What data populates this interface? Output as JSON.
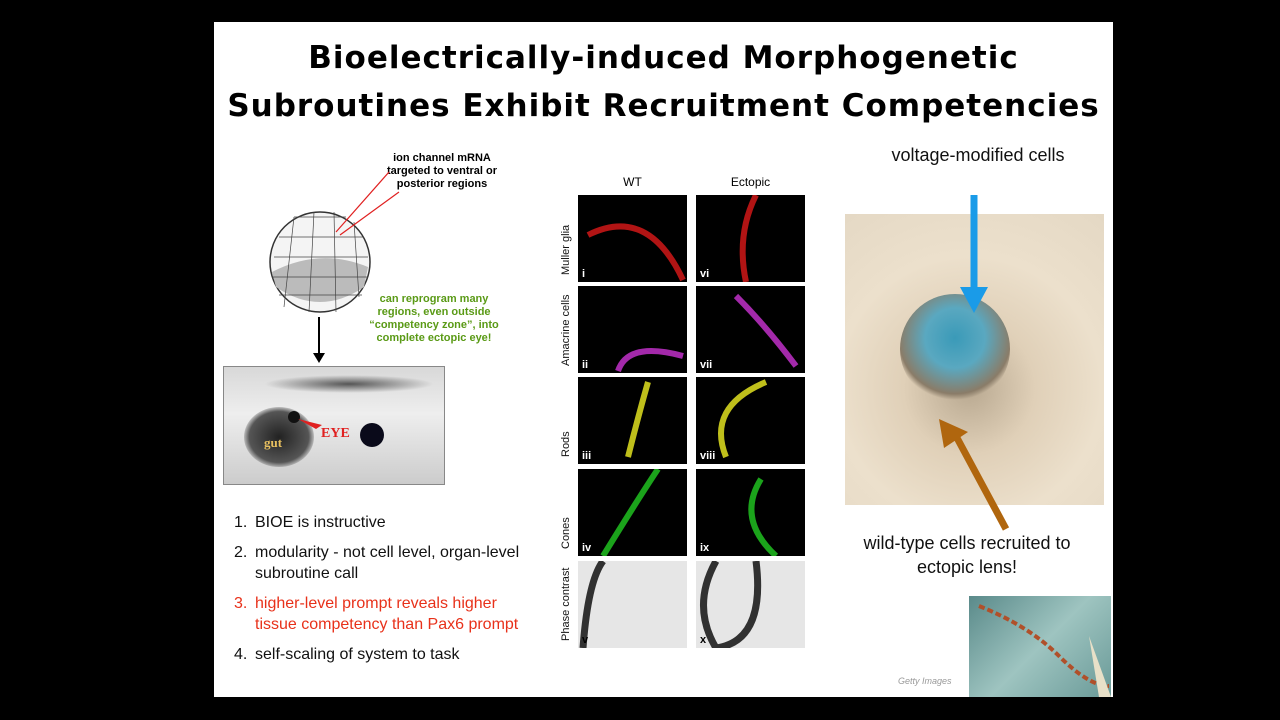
{
  "title": {
    "line1": "Bioelectrically-induced Morphogenetic",
    "line2": "Subroutines Exhibit Recruitment Competencies"
  },
  "left": {
    "injection_note": "ion channel mRNA targeted to ventral or posterior regions",
    "green_note": "can reprogram many regions, even outside “competency zone”, into complete ectopic eye!",
    "tadpole_labels": {
      "gut": "gut",
      "eye": "EYE"
    }
  },
  "list": [
    {
      "num": "1.",
      "text": "BIOE is instructive",
      "color": "#111111"
    },
    {
      "num": "2.",
      "text": "modularity - not cell level, organ-level subroutine call",
      "color": "#111111"
    },
    {
      "num": "3.",
      "text": "higher-level prompt reveals higher tissue competency than Pax6 prompt",
      "color": "#e8311a"
    },
    {
      "num": "4.",
      "text": "self-scaling of system to task",
      "color": "#111111"
    }
  ],
  "figure": {
    "columns": [
      "WT",
      "Ectopic"
    ],
    "rows": [
      "Muller glia",
      "Amacrine cells",
      "Rods",
      "Cones",
      "Phase contrast"
    ],
    "panel_labels": [
      [
        "i",
        "vi"
      ],
      [
        "ii",
        "vii"
      ],
      [
        "iii",
        "viii"
      ],
      [
        "iv",
        "ix"
      ],
      [
        "v",
        "x"
      ]
    ],
    "colors": [
      "#d01818",
      "#c030c8",
      "#e0e020",
      "#20c020",
      "#111111"
    ]
  },
  "right": {
    "top_caption": "voltage-modified cells",
    "bottom_caption": "wild-type cells recruited to ectopic lens!",
    "credit": "Getty Images",
    "blue_arrow": "#1a9be8",
    "brown_arrow": "#b0660e"
  }
}
